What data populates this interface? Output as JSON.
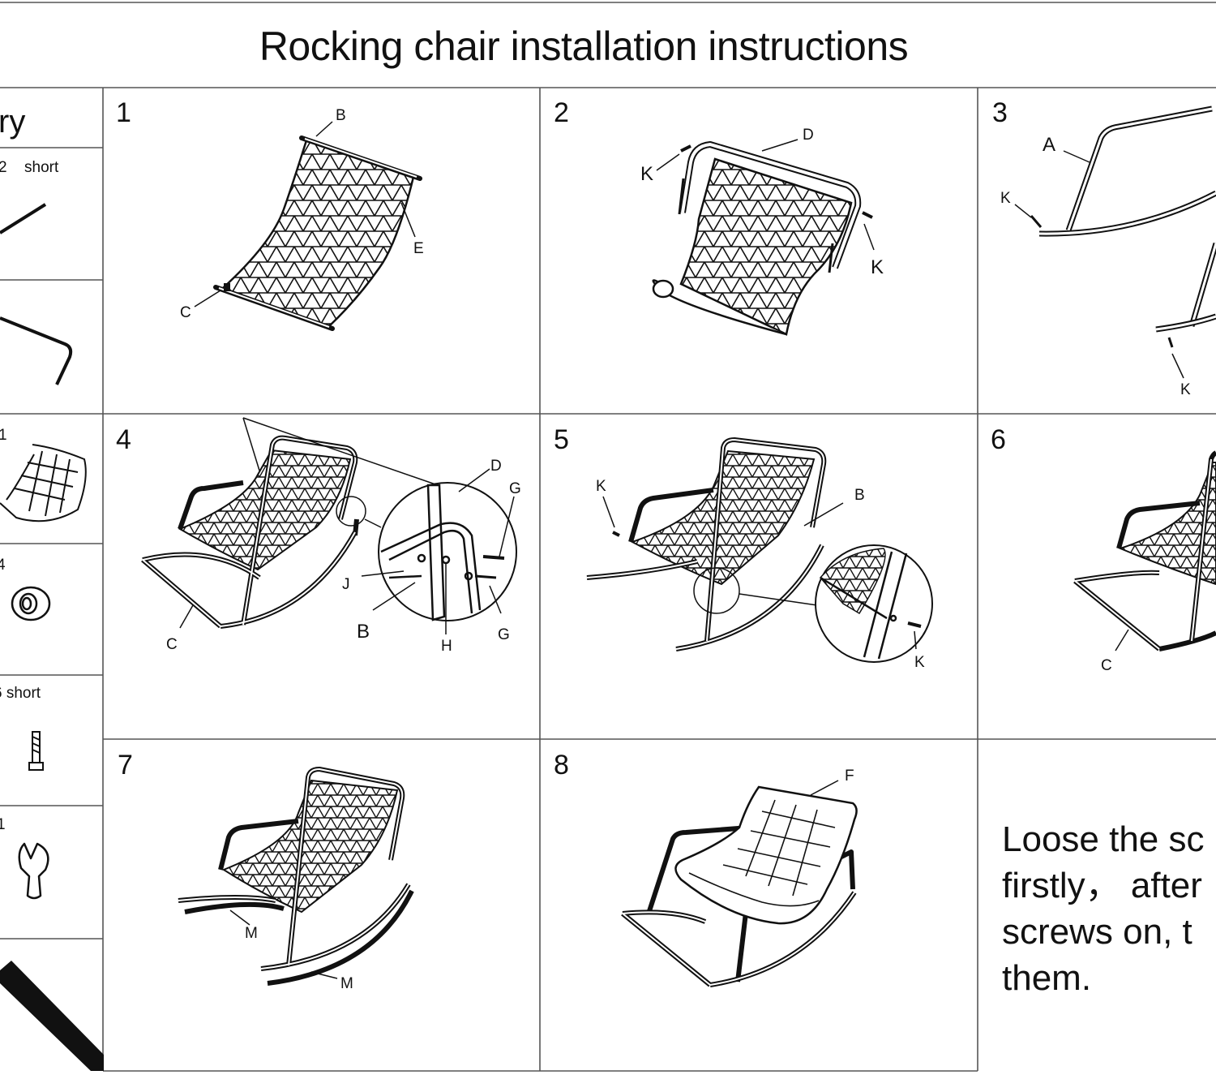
{
  "document": {
    "title": "Rocking chair installation instructions"
  },
  "inventory": {
    "header": "ry",
    "items": [
      {
        "qty": "2",
        "desc": "short",
        "icon": "short-tube-icon"
      },
      {
        "qty": "",
        "desc": "",
        "icon": "bent-tube-icon"
      },
      {
        "qty": "1",
        "desc": "",
        "icon": "cushion-icon"
      },
      {
        "qty": "4",
        "desc": "",
        "icon": "washer-icon"
      },
      {
        "qty": "6 short",
        "desc": "",
        "icon": "bolt-icon"
      },
      {
        "qty": "1",
        "desc": "",
        "icon": "wrench-icon"
      }
    ]
  },
  "steps": [
    {
      "number": "1",
      "labels": [
        "B",
        "E",
        "C"
      ]
    },
    {
      "number": "2",
      "labels": [
        "D",
        "K",
        "K"
      ]
    },
    {
      "number": "3",
      "labels": [
        "A",
        "K",
        "K"
      ]
    },
    {
      "number": "4",
      "labels": [
        "D",
        "G",
        "J",
        "B",
        "H",
        "G",
        "C"
      ]
    },
    {
      "number": "5",
      "labels": [
        "K",
        "B",
        "K"
      ]
    },
    {
      "number": "6",
      "labels": [
        "C"
      ]
    },
    {
      "number": "7",
      "labels": [
        "M",
        "M"
      ]
    },
    {
      "number": "8",
      "labels": [
        "F"
      ]
    }
  ],
  "note": {
    "lines": [
      "Loose the sc",
      "firstly， after",
      "screws on, t",
      "them."
    ]
  }
}
